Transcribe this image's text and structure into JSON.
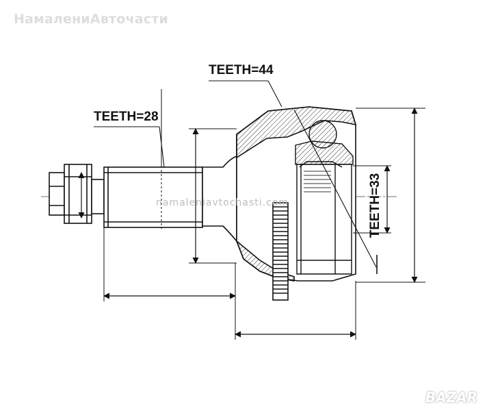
{
  "watermark_top": "НамалениАвточасти",
  "labels": {
    "teeth_outer": "TEETH=44",
    "teeth_shaft": "TEETH=28",
    "teeth_inner": "TEETH=33"
  },
  "url_watermark": "namaleniavtochasti.com",
  "logo": "BAZAR"
}
